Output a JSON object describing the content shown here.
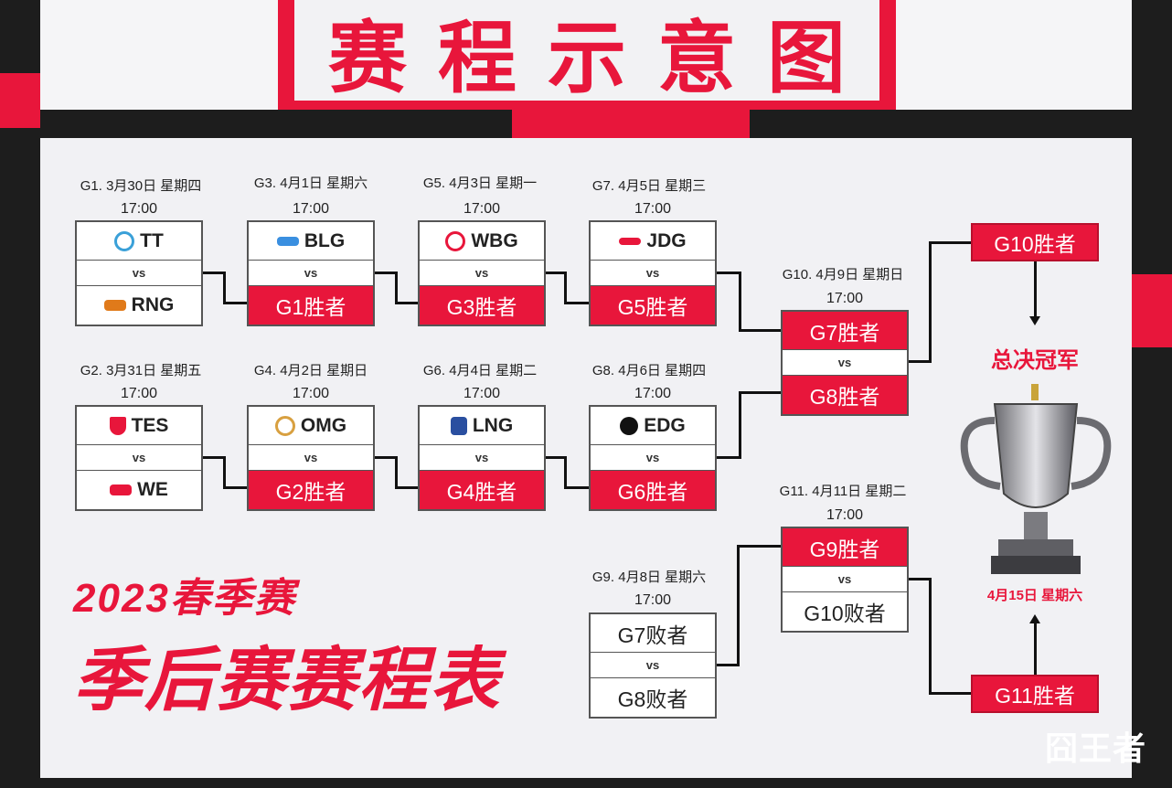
{
  "title": "赛程示意图",
  "colors": {
    "accent": "#e8163b",
    "panel": "#f1f1f4",
    "border": "#555555"
  },
  "season": {
    "line1": "2023春季赛",
    "line2": "季后赛赛程表"
  },
  "vs_label": "vs",
  "matches": [
    {
      "date": "G1. 3月30日 星期四",
      "time": "17:00",
      "top": "TT",
      "bottom": "RNG",
      "top_logo": "tt-logo-icon",
      "bottom_logo": "rng-logo-icon"
    },
    {
      "date": "G2. 3月31日 星期五",
      "time": "17:00",
      "top": "TES",
      "bottom": "WE",
      "top_logo": "tes-logo-icon",
      "bottom_logo": "we-logo-icon"
    },
    {
      "date": "G3. 4月1日 星期六",
      "time": "17:00",
      "top": "BLG",
      "bottom": "G1胜者",
      "top_logo": "blg-logo-icon"
    },
    {
      "date": "G4. 4月2日 星期日",
      "time": "17:00",
      "top": "OMG",
      "bottom": "G2胜者",
      "top_logo": "omg-logo-icon"
    },
    {
      "date": "G5. 4月3日 星期一",
      "time": "17:00",
      "top": "WBG",
      "bottom": "G3胜者",
      "top_logo": "wbg-logo-icon"
    },
    {
      "date": "G6. 4月4日 星期二",
      "time": "17:00",
      "top": "LNG",
      "bottom": "G4胜者",
      "top_logo": "lng-logo-icon"
    },
    {
      "date": "G7. 4月5日 星期三",
      "time": "17:00",
      "top": "JDG",
      "bottom": "G5胜者",
      "top_logo": "jdg-logo-icon"
    },
    {
      "date": "G8. 4月6日 星期四",
      "time": "17:00",
      "top": "EDG",
      "bottom": "G6胜者",
      "top_logo": "edg-logo-icon"
    },
    {
      "date": "G9. 4月8日 星期六",
      "time": "17:00",
      "top": "G7败者",
      "bottom": "G8败者"
    },
    {
      "date": "G10. 4月9日 星期日",
      "time": "17:00",
      "top": "G7胜者",
      "bottom": "G8胜者"
    },
    {
      "date": "G11. 4月11日 星期二",
      "time": "17:00",
      "top": "G9胜者",
      "bottom": "G10败者"
    }
  ],
  "final": {
    "g10_winner": "G10胜者",
    "g11_winner": "G11胜者",
    "label": "总决冠军",
    "date": "4月15日 星期六"
  },
  "watermark": "囧王者"
}
